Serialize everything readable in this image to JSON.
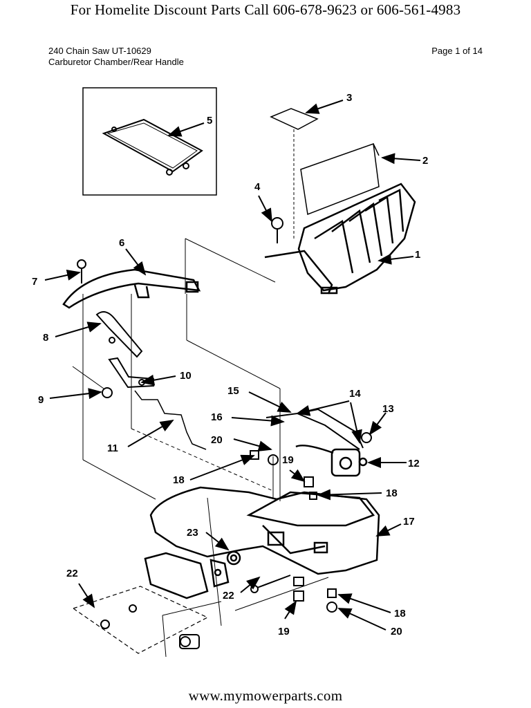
{
  "banner": "For Homelite Discount Parts Call 606-678-9623 or 606-561-4983",
  "header": {
    "model": "240 Chain Saw UT-10629",
    "section": "Carburetor Chamber/Rear Handle",
    "page": "Page 1 of 14"
  },
  "callouts": {
    "n1": "1",
    "n2": "2",
    "n3": "3",
    "n4": "4",
    "n5": "5",
    "n6": "6",
    "n7": "7",
    "n8": "8",
    "n9": "9",
    "n10": "10",
    "n11": "11",
    "n12": "12",
    "n13": "13",
    "n14": "14",
    "n15": "15",
    "n16": "16",
    "n17": "17",
    "n18a": "18",
    "n18b": "18",
    "n18c": "18",
    "n19a": "19",
    "n19b": "19",
    "n20a": "20",
    "n20b": "20",
    "n22a": "22",
    "n22b": "22",
    "n23": "23"
  },
  "footer": "www.mymowerparts.com"
}
